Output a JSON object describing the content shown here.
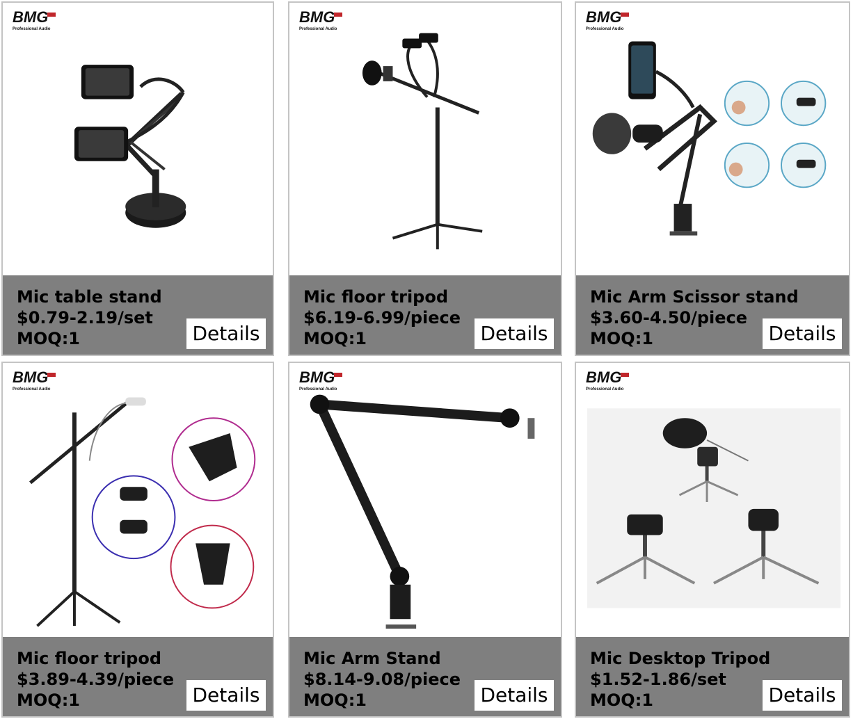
{
  "brand": {
    "logo_text": "BMG",
    "logo_subtext": "Professional Audio"
  },
  "cta_label": "Details",
  "products": [
    {
      "name": "Mic table stand",
      "price": "$0.79-2.19/set",
      "moq": "MOQ:1"
    },
    {
      "name": "Mic floor tripod",
      "price": "$6.19-6.99/piece",
      "moq": "MOQ:1"
    },
    {
      "name": "Mic Arm Scissor stand",
      "price": "$3.60-4.50/piece",
      "moq": "MOQ:1"
    },
    {
      "name": "Mic floor tripod",
      "price": "$3.89-4.39/piece",
      "moq": "MOQ:1"
    },
    {
      "name": "Mic Arm Stand",
      "price": "$8.14-9.08/piece",
      "moq": "MOQ:1"
    },
    {
      "name": "Mic Desktop Tripod",
      "price": "$1.52-1.86/set",
      "moq": "MOQ:1"
    }
  ]
}
